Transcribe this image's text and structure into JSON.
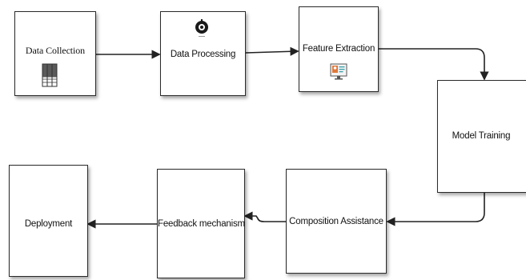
{
  "diagram": {
    "nodes": [
      {
        "id": "data-collection",
        "label": "Data Collection",
        "icon": "server-rack-icon"
      },
      {
        "id": "data-processing",
        "label": "Data Processing",
        "icon": "gear-icon"
      },
      {
        "id": "feature-extraction",
        "label": "Feature Extraction",
        "icon": "profile-monitor-icon"
      },
      {
        "id": "model-training",
        "label": "Model Training"
      },
      {
        "id": "composition-assistance",
        "label": "Composition Assistance"
      },
      {
        "id": "feedback-mechanism",
        "label": "Feedback mechanism"
      },
      {
        "id": "deployment",
        "label": "Deployment"
      }
    ],
    "edges": [
      {
        "from": "data-collection",
        "to": "data-processing"
      },
      {
        "from": "data-processing",
        "to": "feature-extraction"
      },
      {
        "from": "feature-extraction",
        "to": "model-training"
      },
      {
        "from": "model-training",
        "to": "composition-assistance"
      },
      {
        "from": "composition-assistance",
        "to": "feedback-mechanism"
      },
      {
        "from": "feedback-mechanism",
        "to": "deployment"
      }
    ],
    "colors": {
      "border": "#2a2a2a",
      "arrow": "#222222",
      "accent_orange": "#e0783a",
      "accent_teal": "#3a9ea8"
    }
  }
}
